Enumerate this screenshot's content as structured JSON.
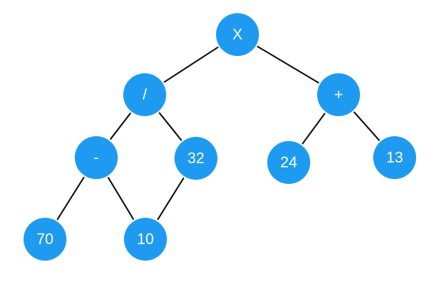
{
  "colors": {
    "node_fill": "#1E9BF0",
    "edge": "#111111",
    "label": "#ffffff",
    "background": "#ffffff"
  },
  "nodes": [
    {
      "id": "x",
      "label": "X"
    },
    {
      "id": "div",
      "label": "/"
    },
    {
      "id": "plus",
      "label": "+"
    },
    {
      "id": "minus",
      "label": "-"
    },
    {
      "id": "n32",
      "label": "32"
    },
    {
      "id": "n24",
      "label": "24"
    },
    {
      "id": "n13",
      "label": "13"
    },
    {
      "id": "n70",
      "label": "70"
    },
    {
      "id": "n10",
      "label": "10"
    }
  ],
  "edges": [
    {
      "from": "x",
      "to": "div"
    },
    {
      "from": "x",
      "to": "plus"
    },
    {
      "from": "div",
      "to": "minus"
    },
    {
      "from": "div",
      "to": "n32"
    },
    {
      "from": "plus",
      "to": "n24"
    },
    {
      "from": "plus",
      "to": "n13"
    },
    {
      "from": "minus",
      "to": "n70"
    },
    {
      "from": "minus",
      "to": "n10"
    },
    {
      "from": "n32",
      "to": "n10"
    }
  ]
}
